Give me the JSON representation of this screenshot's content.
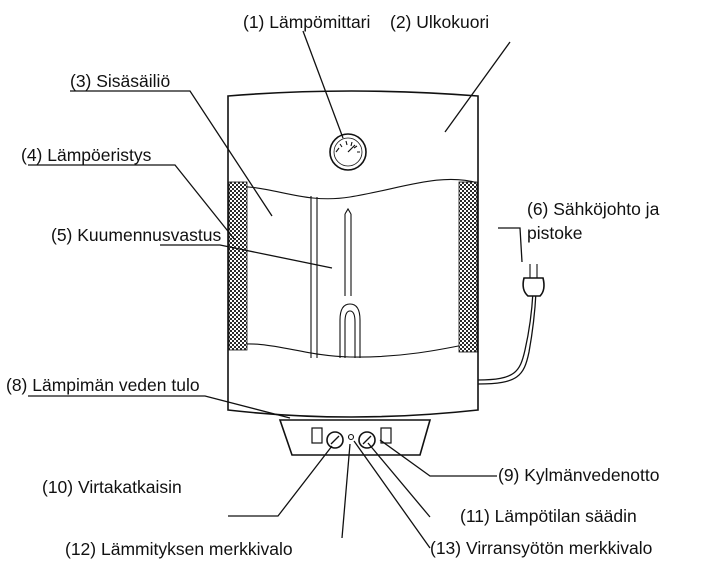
{
  "labels": {
    "thermometer": "(1) Lämpömittari",
    "outer_shell": "(2) Ulkokuori",
    "inner_tank": "(3) Sisäsäiliö",
    "insulation": "(4) Lämpöeristys",
    "heating_element": "(5) Kuumennusvastus",
    "power_cord_line1": "(6) Sähköjohto ja",
    "power_cord_line2": "pistoke",
    "hot_water_outlet": "(8) Lämpimän veden tulo",
    "cold_water_inlet": "(9) Kylmänvedenotto",
    "power_switch": "(10) Virtakatkaisin",
    "temperature_control": "(11) Lämpötilan säädin",
    "heating_indicator": "(12) Lämmityksen merkkivalo",
    "power_off_indicator": "(13) Virransyötön merkkivalo"
  }
}
